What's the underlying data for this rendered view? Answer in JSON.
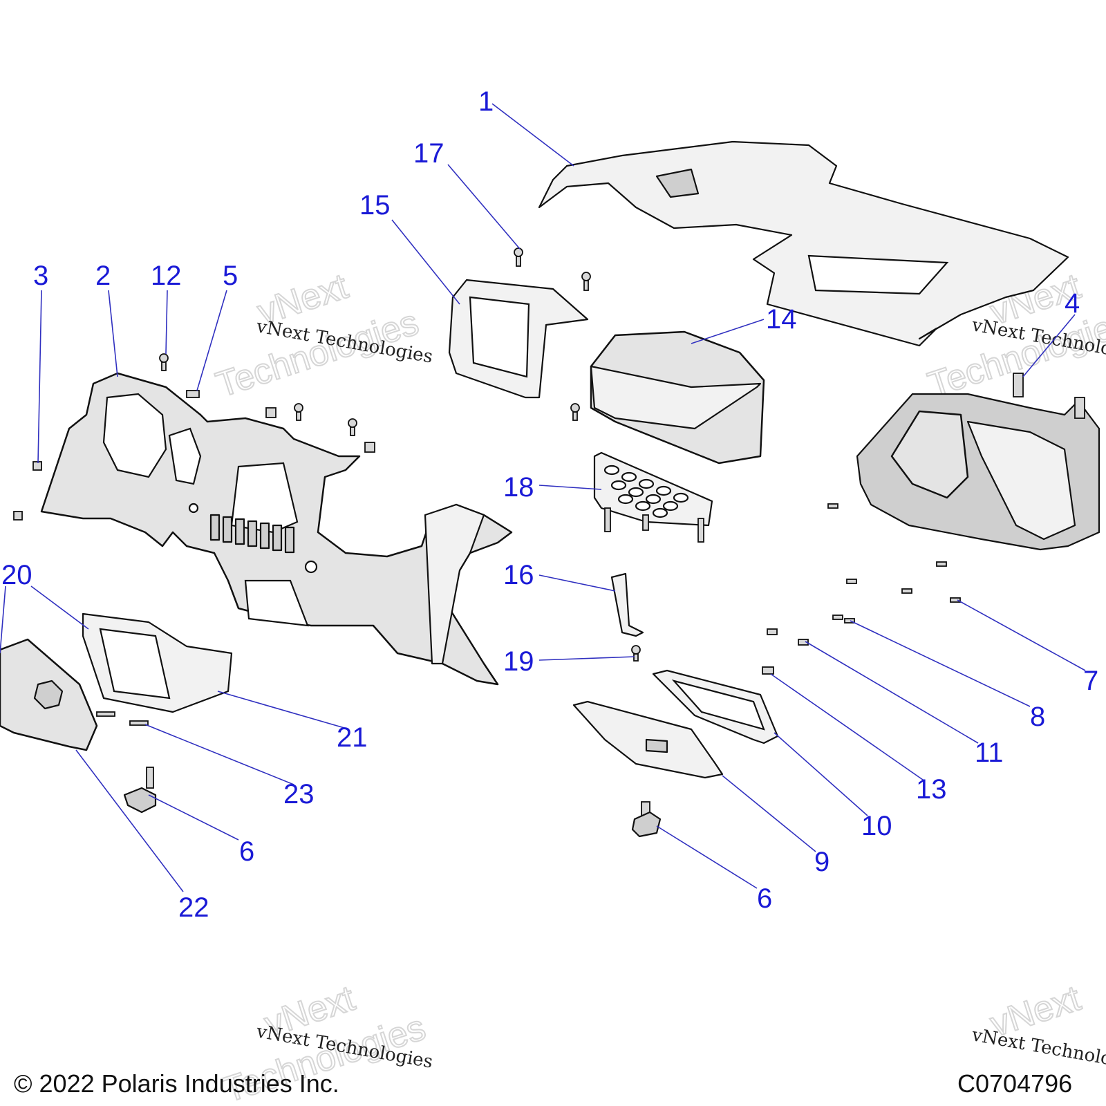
{
  "callouts": {
    "c1": "1",
    "c2": "2",
    "c3": "3",
    "c4": "4",
    "c5": "5",
    "c6a": "6",
    "c6b": "6",
    "c7": "7",
    "c8": "8",
    "c9": "9",
    "c10": "10",
    "c11": "11",
    "c12": "12",
    "c13": "13",
    "c14": "14",
    "c15": "15",
    "c16": "16",
    "c17": "17",
    "c18": "18",
    "c19": "19",
    "c20": "20",
    "c21": "21",
    "c22": "22",
    "c23": "23"
  },
  "watermark": {
    "line1": "vNext Technologies",
    "big1": "vNext",
    "big2": "Technologies"
  },
  "footer": {
    "copyright": "© 2022 Polaris Industries Inc.",
    "figure_id": "C0704796"
  },
  "colors": {
    "callout": "#1a1ad6",
    "leader": "#3030c0"
  }
}
